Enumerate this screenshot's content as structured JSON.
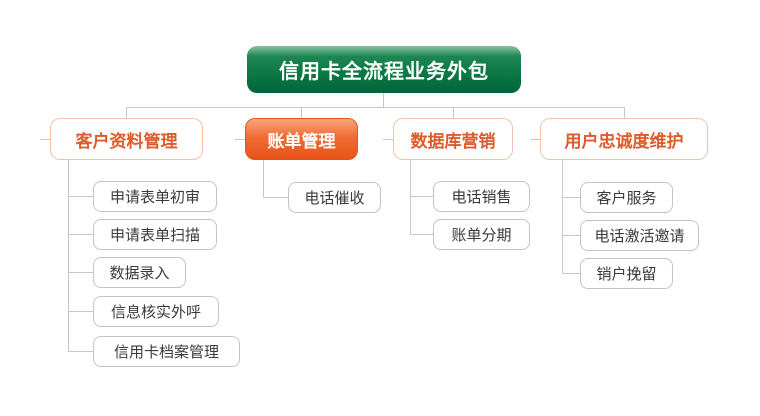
{
  "root": {
    "label": "信用卡全流程业务外包"
  },
  "branches": [
    {
      "label": "客户资料管理",
      "children": [
        "申请表单初审",
        "申请表单扫描",
        "数据录入",
        "信息核实外呼",
        "信用卡档案管理"
      ]
    },
    {
      "label": "账单管理",
      "highlighted": true,
      "children": [
        "电话催收"
      ]
    },
    {
      "label": "数据库营销",
      "children": [
        "电话销售",
        "账单分期"
      ]
    },
    {
      "label": "用户忠诚度维护",
      "children": [
        "客户服务",
        "电话激活邀请",
        "销户挽留"
      ]
    }
  ],
  "colors": {
    "root_green_top": "#1c8750",
    "root_green_bottom": "#00653a",
    "highlight_orange_top": "#f8a77e",
    "highlight_orange_bottom": "#e85418",
    "branch_text_orange": "#dc5c2b",
    "branch_border_peach": "#f0c3ab",
    "leaf_border_gray": "#c3c3c3",
    "leaf_text": "#3a3a3a",
    "connector_gray": "#c6c6c6",
    "background": "#ffffff"
  }
}
